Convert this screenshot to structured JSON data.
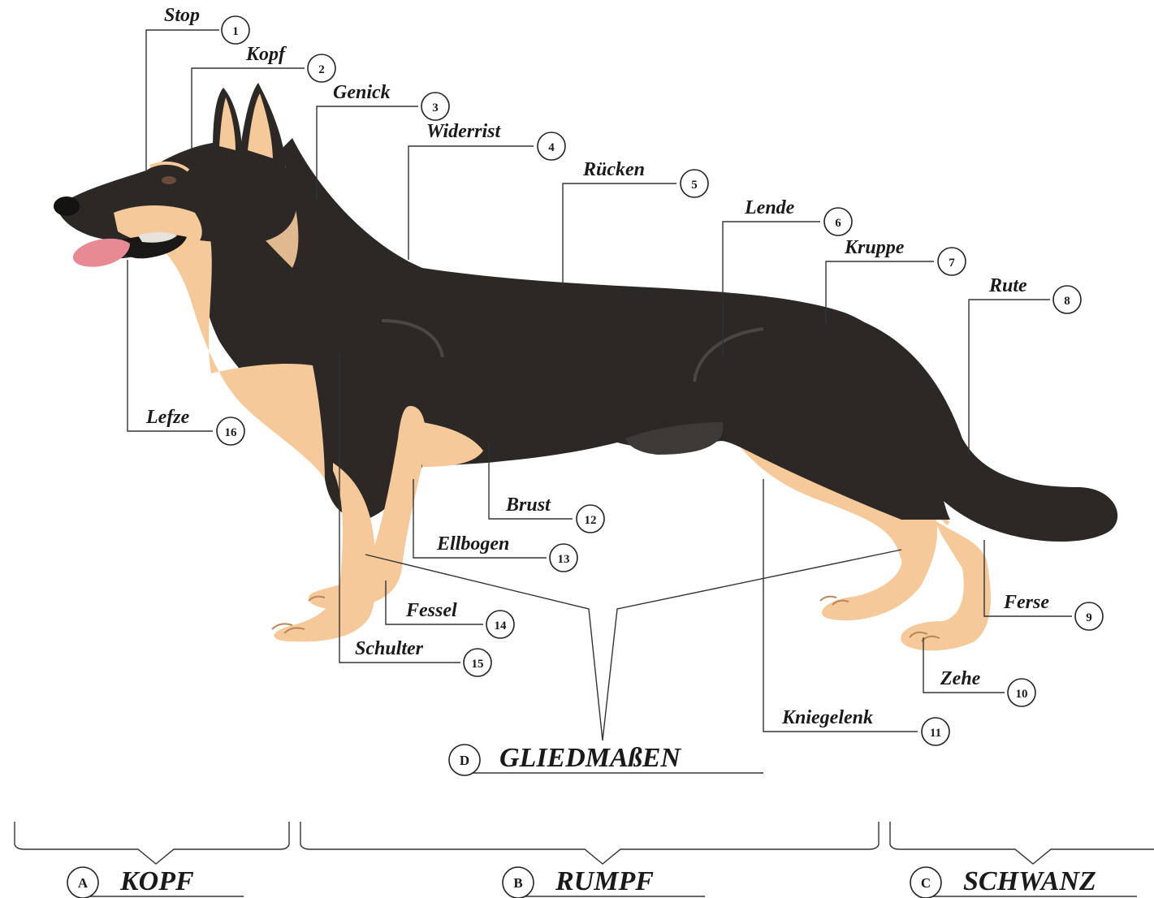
{
  "parts": [
    {
      "num": "1",
      "label": "Stop"
    },
    {
      "num": "2",
      "label": "Kopf"
    },
    {
      "num": "3",
      "label": "Genick"
    },
    {
      "num": "4",
      "label": "Widerrist"
    },
    {
      "num": "5",
      "label": "Rücken"
    },
    {
      "num": "6",
      "label": "Lende"
    },
    {
      "num": "7",
      "label": "Kruppe"
    },
    {
      "num": "8",
      "label": "Rute"
    },
    {
      "num": "9",
      "label": "Ferse"
    },
    {
      "num": "10",
      "label": "Zehe"
    },
    {
      "num": "11",
      "label": "Kniegelenk"
    },
    {
      "num": "12",
      "label": "Brust"
    },
    {
      "num": "13",
      "label": "Ellbogen"
    },
    {
      "num": "14",
      "label": "Fessel"
    },
    {
      "num": "15",
      "label": "Schulter"
    },
    {
      "num": "16",
      "label": "Lefze"
    }
  ],
  "sections": {
    "limbs": {
      "letter": "D",
      "label": "GLIEDMAßEN"
    },
    "head": {
      "letter": "A",
      "label": "KOPF"
    },
    "body": {
      "letter": "B",
      "label": "RUMPF"
    },
    "tail": {
      "letter": "C",
      "label": "SCHWANZ"
    }
  },
  "colors": {
    "coat_dark": "#2b2826",
    "coat_tan": "#f5c99a",
    "tongue": "#e88a93",
    "line": "#333333"
  }
}
